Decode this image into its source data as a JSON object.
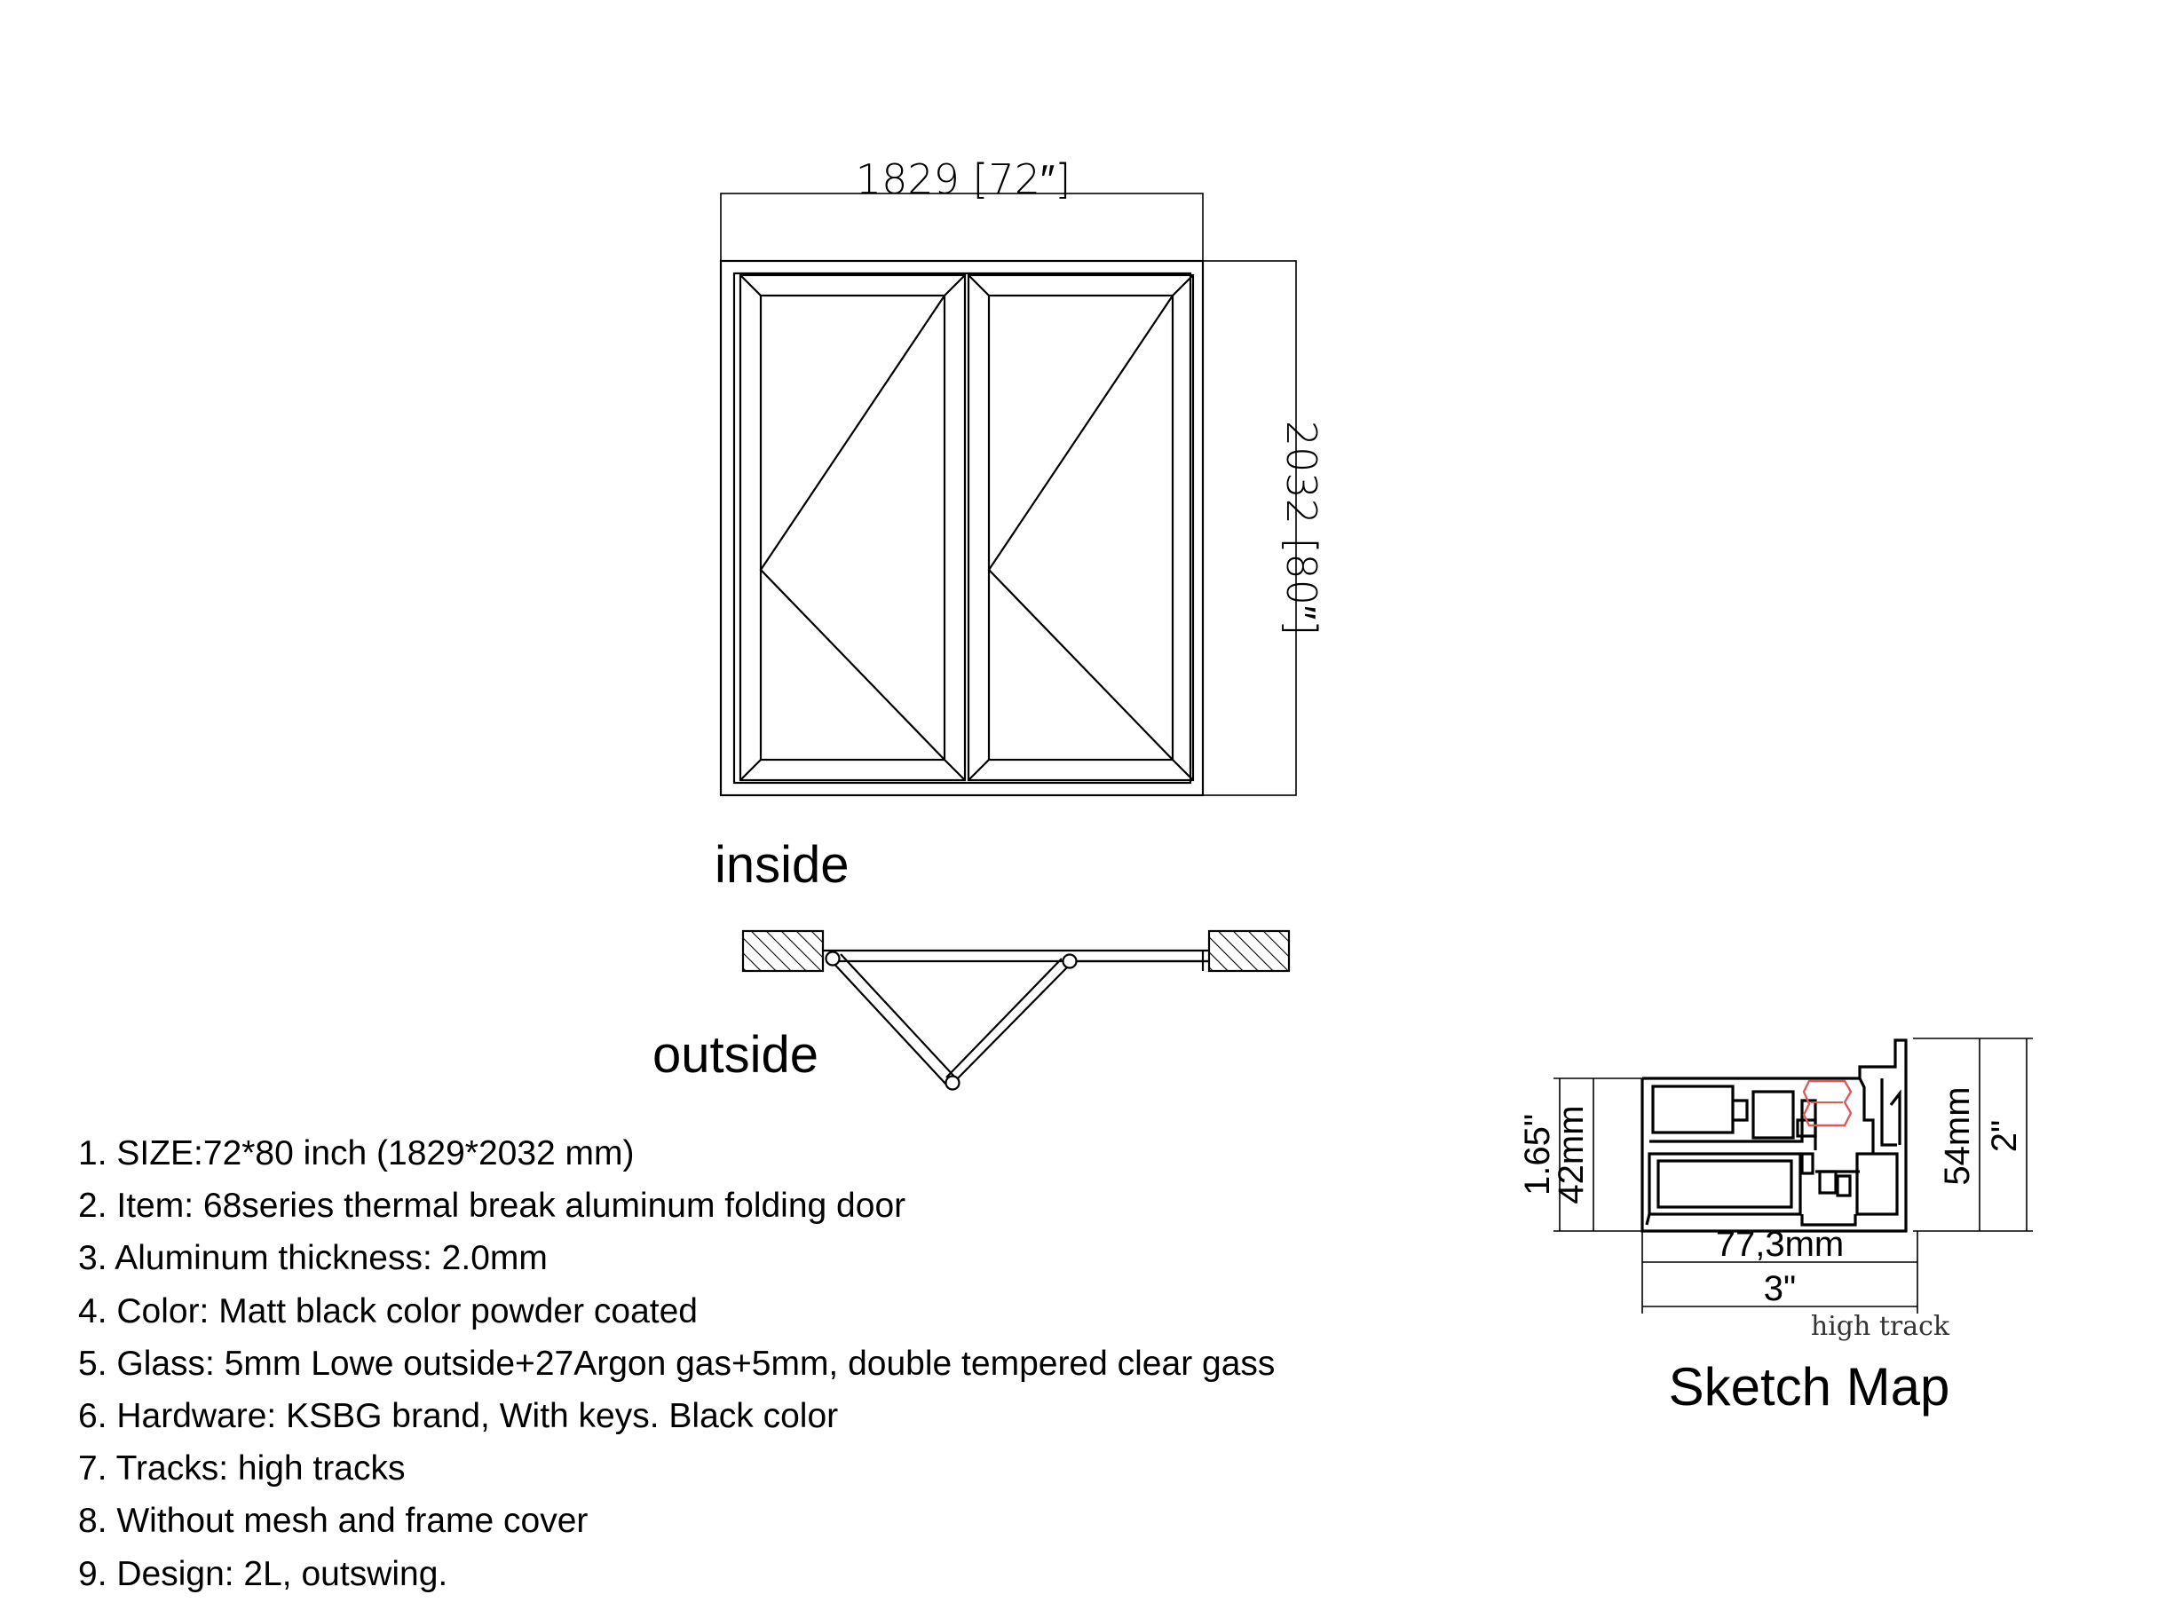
{
  "elevation": {
    "width_label": "1829 [72″]",
    "height_label": "2032 [80″]"
  },
  "plan": {
    "inside_label": "inside",
    "outside_label": "outside"
  },
  "specs": [
    "1. SIZE:72*80 inch (1829*2032 mm)",
    "2. Item: 68series thermal break aluminum folding door",
    "3. Aluminum thickness: 2.0mm",
    "4. Color: Matt black color powder coated",
    "5. Glass: 5mm Lowe outside+27Argon gas+5mm, double tempered clear gass",
    "6. Hardware: KSBG brand, With keys. Black color",
    "7. Tracks: high tracks",
    "8. Without mesh and frame cover",
    "9. Design: 2L, outswing."
  ],
  "profile": {
    "left_inch": "1.65\"",
    "left_mm": "42mm",
    "right_mm": "54mm",
    "right_inch": "2\"",
    "width_mm": "77,3mm",
    "width_inch": "3\"",
    "track_label": "high track",
    "title": "Sketch Map",
    "thermal_break_color": "#e05a5a"
  }
}
